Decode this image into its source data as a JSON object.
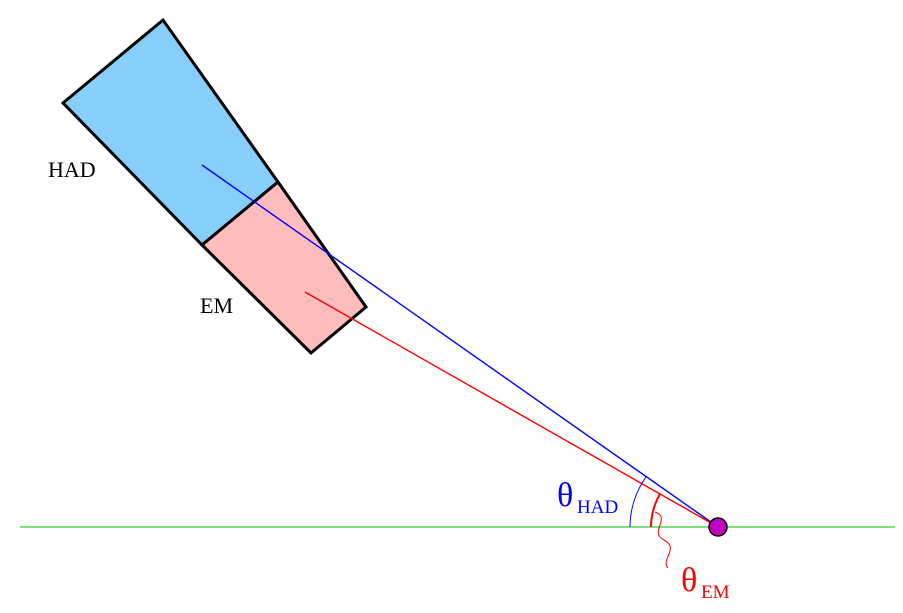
{
  "labels": {
    "had_region": "HAD",
    "em_region": "EM",
    "theta_had_symbol": "θ",
    "theta_had_sub": "HAD",
    "theta_em_symbol": "θ",
    "theta_em_sub": "EM"
  },
  "colors": {
    "had_fill": "#87cefa",
    "em_fill": "#ffbcbc",
    "had_ray": "#0000ff",
    "em_ray": "#ff0000",
    "beam_axis": "#00c000",
    "vertex_fill": "#c000c0",
    "outline": "#000000"
  }
}
